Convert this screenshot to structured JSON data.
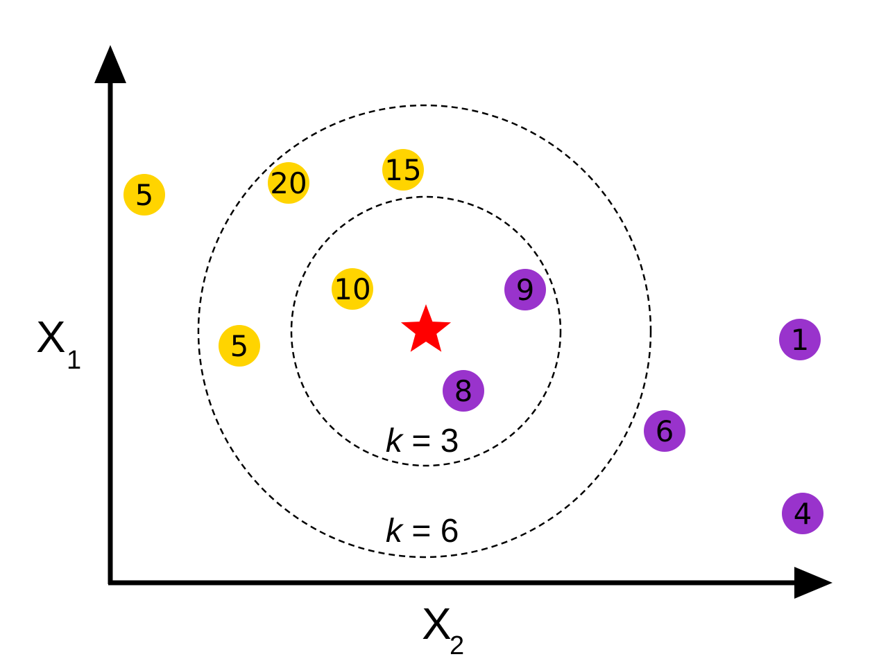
{
  "axes": {
    "y_label": "X",
    "y_subscript": "1",
    "x_label": "X",
    "x_subscript": "2"
  },
  "circles": [
    {
      "k_var": "k",
      "k_rest": " = 3"
    },
    {
      "k_var": "k",
      "k_rest": " = 6"
    }
  ],
  "query_point": {
    "color": "#ff0000",
    "shape": "star"
  },
  "classes": {
    "yellow": "#ffd400",
    "purple": "#9933cc"
  },
  "points": [
    {
      "label": "5",
      "class": "yellow"
    },
    {
      "label": "20",
      "class": "yellow"
    },
    {
      "label": "15",
      "class": "yellow"
    },
    {
      "label": "10",
      "class": "yellow"
    },
    {
      "label": "5",
      "class": "yellow"
    },
    {
      "label": "9",
      "class": "purple"
    },
    {
      "label": "8",
      "class": "purple"
    },
    {
      "label": "6",
      "class": "purple"
    },
    {
      "label": "1",
      "class": "purple"
    },
    {
      "label": "4",
      "class": "purple"
    }
  ]
}
